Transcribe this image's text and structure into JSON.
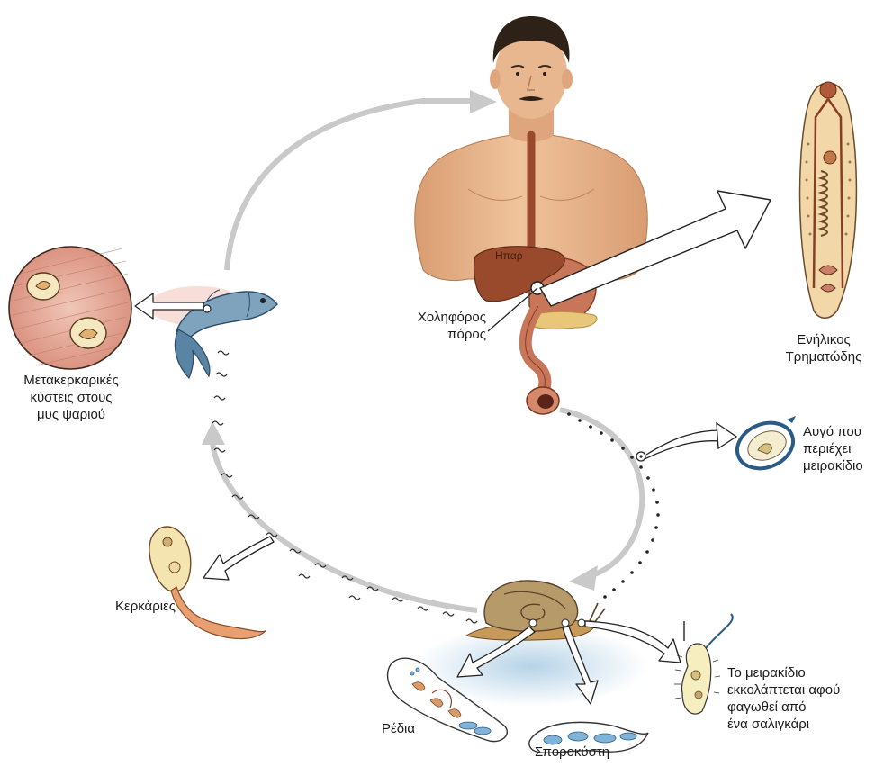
{
  "labels": {
    "liver": "Ηπαρ",
    "bile_duct": [
      "Χοληφόρος",
      "πόρος"
    ],
    "adult_fluke": [
      "Ενήλικος",
      "Τρηματώδης"
    ],
    "egg": [
      "Αυγό που",
      "περιέχει",
      "μειρακίδιο"
    ],
    "miracidium": [
      "Το μειρακίδιο",
      "εκκολάπτεται αφού",
      "φαγωθεί από",
      "ένα σαλιγκάρι"
    ],
    "sporocyst": "Σποροκύστη",
    "redia": "Ρέδια",
    "cercariae": "Κερκάριες",
    "metacercariae": [
      "Μετακερκαρικές",
      "κύστεις στους",
      "μυς ψαριού"
    ]
  },
  "colors": {
    "skin": "#e8b78f",
    "skin_shadow": "#d99c72",
    "liver": "#9a4a2c",
    "intestine": "#c8765a",
    "pancreas": "#e8c67a",
    "cycle_arrow": "#c9c9c9",
    "fish": "#7fa3bd",
    "snail_shell": "#b79a6a",
    "water": "#a9cbe3"
  },
  "icons": [
    "human-figure",
    "adult-fluke-icon",
    "fish-icon",
    "snail-icon",
    "egg-icon",
    "miracidium-icon",
    "cercaria-icon",
    "redia-icon",
    "sporocyst-icon",
    "cyst-muscle-icon"
  ]
}
